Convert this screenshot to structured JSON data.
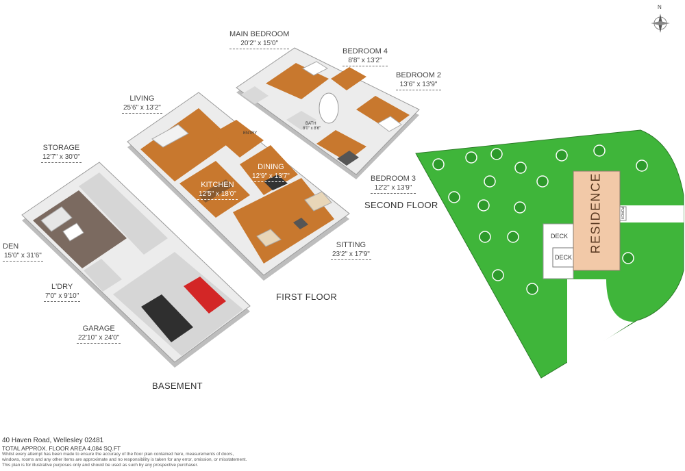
{
  "compass": {
    "north_label": "N"
  },
  "rooms": {
    "main_bedroom": {
      "name": "MAIN BEDROOM",
      "dims": "20'2\" x 15'0\""
    },
    "bedroom4": {
      "name": "BEDROOM 4",
      "dims": "8'8\" x 13'2\""
    },
    "bedroom2": {
      "name": "BEDROOM 2",
      "dims": "13'6\" x 13'9\""
    },
    "bedroom3": {
      "name": "BEDROOM 3",
      "dims": "12'2\" x 13'9\""
    },
    "living": {
      "name": "LIVING",
      "dims": "25'6\" x 13'2\""
    },
    "dining": {
      "name": "DINING",
      "dims": "12'9\" x 13'7\""
    },
    "kitchen": {
      "name": "KITCHEN",
      "dims": "12'5\" x 18'0\""
    },
    "sitting": {
      "name": "SITTING",
      "dims": "23'2\" x 17'9\""
    },
    "storage": {
      "name": "STORAGE",
      "dims": "12'7\" x 30'0\""
    },
    "den": {
      "name": "DEN",
      "dims": "15'0\" x 31'6\""
    },
    "laundry": {
      "name": "L'DRY",
      "dims": "7'0\" x 9'10\""
    },
    "garage": {
      "name": "GARAGE",
      "dims": "22'10\" x 24'0\""
    },
    "bath": {
      "name": "BATH",
      "dims": "8'0\" x 8'6\""
    },
    "entry": {
      "name": "ENTRY"
    }
  },
  "floors": {
    "second": "SECOND FLOOR",
    "first": "FIRST FLOOR",
    "basement": "BASEMENT"
  },
  "site": {
    "residence": "RESIDENCE",
    "deck1": "DECK",
    "deck2": "DECK",
    "porch": "PORCH"
  },
  "footer": {
    "address": "40 Haven Road, Wellesley 02481",
    "area": "TOTAL APPROX. FLOOR AREA 4,084 SQ.FT",
    "disclaimer1": "Whilst every attempt has been made to ensure the accuracy of the floor plan contained here, measurements of doors,",
    "disclaimer2": "windows, rooms and any other items are approximate and no responsibility is taken for any error, omission, or misstatement.",
    "disclaimer3": "This plan is for illustrative purposes only and should be used as such by any prospective purchaser."
  },
  "colors": {
    "wood_floor": "#c8782e",
    "grey_floor": "#d6d6d6",
    "wall": "#ededed",
    "lawn": "#3fb53a",
    "tree": "#2d9a2b",
    "residence": "#f2c9a8",
    "path": "#ffffff"
  }
}
